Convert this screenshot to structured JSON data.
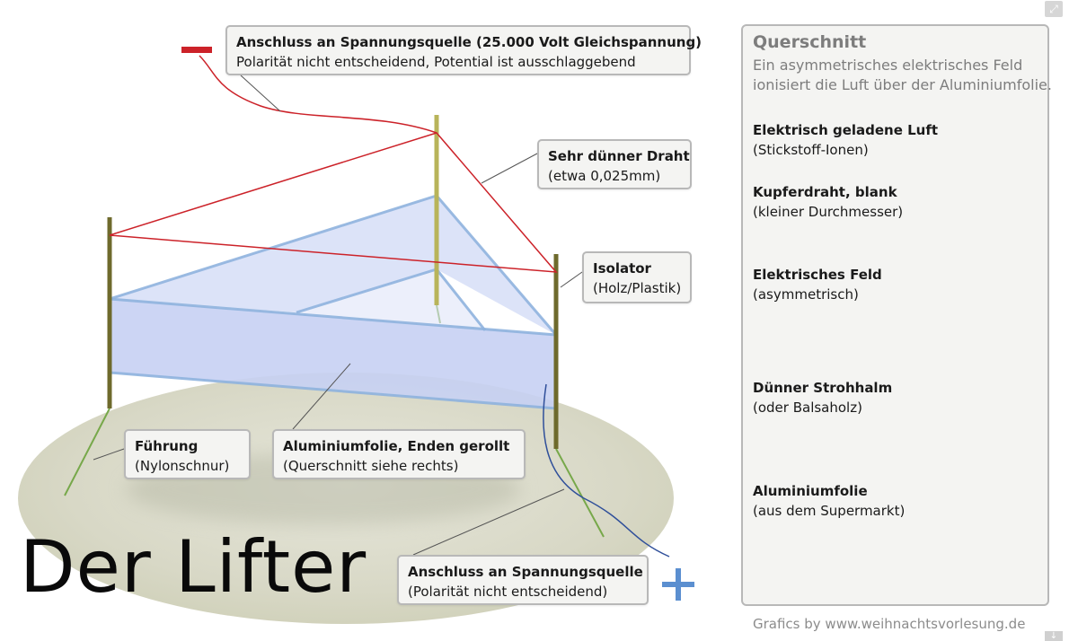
{
  "diagram": {
    "title": "Der Lifter",
    "labels": {
      "source_top": {
        "title": "Anschluss an Spannungsquelle (25.000 Volt Gleichspannung)",
        "sub": "Polarität nicht entscheidend, Potential ist ausschlaggebend"
      },
      "wire": {
        "title": "Sehr dünner Draht",
        "sub": "(etwa 0,025mm)"
      },
      "isolator": {
        "title": "Isolator",
        "sub": "(Holz/Plastik)"
      },
      "guide": {
        "title": "Führung",
        "sub": "(Nylonschnur)"
      },
      "foil": {
        "title": "Aluminiumfolie, Enden gerollt",
        "sub": "(Querschnitt siehe rechts)"
      },
      "source_bottom": {
        "title": "Anschluss an Spannungsquelle",
        "sub": "(Polarität nicht entscheidend)"
      }
    },
    "colors": {
      "negative": "#cc2229",
      "positive": "#5b8fd0",
      "foil": "#b9c7ef",
      "foil_edge": "#8fb3de",
      "pole": "#6e6a2c",
      "guide": "#77a84a"
    }
  },
  "panel": {
    "title": "Querschnitt",
    "intro_line1": "Ein asymmetrisches elektrisches Feld",
    "intro_line2": "ionisiert die Luft über der Aluminiumfolie.",
    "labels": {
      "air": {
        "title": "Elektrisch geladene Luft",
        "sub": "(Stickstoff-Ionen)"
      },
      "copper": {
        "title": "Kupferdraht, blank",
        "sub": "(kleiner Durchmesser)"
      },
      "field": {
        "title": "Elektrisches Feld",
        "sub": "(asymmetrisch)"
      },
      "straw": {
        "title": "Dünner Strohhalm",
        "sub": "(oder Balsaholz)"
      },
      "foil": {
        "title": "Aluminiumfolie",
        "sub": "(aus dem Supermarkt)"
      }
    },
    "colors": {
      "ion_glow": "#e8202a",
      "straw": "#f2a040",
      "foil_tube": "#6a9bd6"
    }
  },
  "credit": "Grafics by www.weihnachtsvorlesung.de",
  "icons": {
    "minus": "minus-sign-icon",
    "plus": "plus-sign-icon",
    "expand": "expand-icon",
    "download": "arrow-down-icon"
  }
}
